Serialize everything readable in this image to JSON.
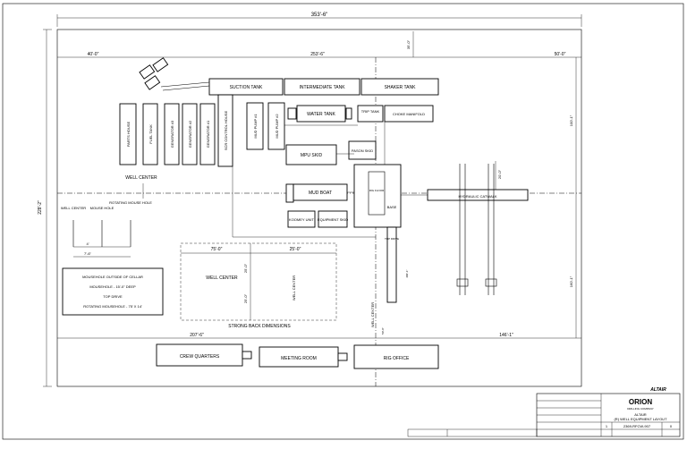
{
  "dims": {
    "overall_width": "353'-6\"",
    "overall_height": "228'-2\"",
    "top_left": "40'-0\"",
    "top_middle": "253'-6\"",
    "top_right": "50'-0\"",
    "top_vertical": "35'-0\"",
    "right_upper": "100'-1\"",
    "right_lower": "160'-1\"",
    "bottom_left": "207'-6\"",
    "bottom_right": "146'-1\"",
    "catwalk_offset": "20'-0\"",
    "strongback_left": "75'-0\"",
    "strongback_right": "25'-0\"",
    "strongback_v1": "25'-0\"",
    "strongback_v2": "25'-0\"",
    "well_to_pit": "50'-0\"",
    "center_v": "400'-1\"",
    "mousehole_h1": "4'",
    "mousehole_h2": "7'-6\""
  },
  "equipment": {
    "suction_tank": "SUCTION TANK",
    "intermediate_tank": "INTERMEDIATE TANK",
    "shaker_tank": "SHAKER TANK",
    "water_tank": "WATER TANK",
    "trip_tank": "TRIP TANK",
    "choke_manifold": "CHOKE MANIFOLD",
    "parts_house": "PARTS HOUSE",
    "fuel_tank": "FUEL TANK",
    "generator_3": "GENERATOR #3",
    "generator_2": "GENERATOR #2",
    "generator_1": "GENERATOR #1",
    "scr_house": "SCR CONTROL HOUSE",
    "mud_pump_1": "MUD PUMP #1",
    "mud_pump_2": "MUD PUMP #2",
    "mpu_skid": "MPU SKID",
    "pason_skid": "PASON SKID",
    "mud_boat": "MUD BOAT",
    "koomey_unit": "KOOMEY UNIT",
    "equipment_skid": "EQUIPMENT SKID",
    "base": "BASE",
    "top_drive_label": "TOP DRIVE",
    "catwalk": "HYDRAULIC CATWALK",
    "well_center_left": "WELL CENTER",
    "well_center_strongback": "WELL CENTER",
    "well_center_vertical": "WELL CENTER",
    "well_center_rig": "WELL CENTER",
    "crew_quarters": "CREW QUARTERS",
    "meeting_room": "MEETING ROOM",
    "rig_office": "RIG OFFICE",
    "strongback_label": "STRONG BACK DIMENSIONS",
    "floor_label": "RIG FLOOR"
  },
  "mousehole": {
    "well_center": "WELL CENTER",
    "mouse_hole": "MOUSE HOLE",
    "rotating_mouse_hole": "ROTATING MOUSE HOLE"
  },
  "notes": {
    "line1": "MOUSEHOLE OUTSIDE OF CELLAR",
    "line2": "MOUSEHOLE - 15'-0\" DEEP",
    "line3": "TOP DRIVE",
    "line4": "ROTATING MOUSEHOLE - 75' X 14'"
  },
  "title_block": {
    "brand_top": "ALTAIR",
    "company": "ORION",
    "company_sub": "DRILLING COMPANY",
    "client": "ALTAIR",
    "title": "(R) WELL EQUIPMENT LAYOUT",
    "drawing_no": "2369-RFCW-907",
    "sheet": "1",
    "rev": "0"
  }
}
